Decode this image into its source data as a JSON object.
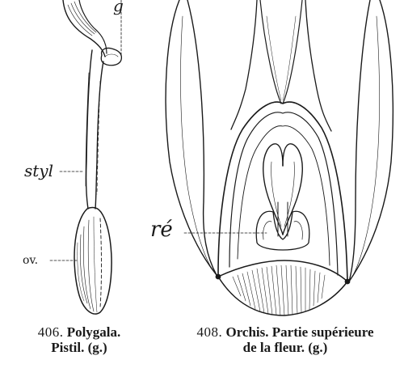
{
  "figures": [
    {
      "caption": {
        "line1_number": "406.",
        "line1_title": "Polygala.",
        "line2": "Pistil. (g.)"
      },
      "labels": {
        "style": "styl",
        "ovary": "ov.",
        "top_partial": "g"
      }
    },
    {
      "caption": {
        "line1_number": "408.",
        "line1_title": "Orchis. Partie supérieure",
        "line2": "de la fleur. (g.)"
      },
      "labels": {
        "rostellum": "ré"
      }
    }
  ],
  "colors": {
    "ink": "#1a1a1a",
    "paper": "#ffffff"
  }
}
